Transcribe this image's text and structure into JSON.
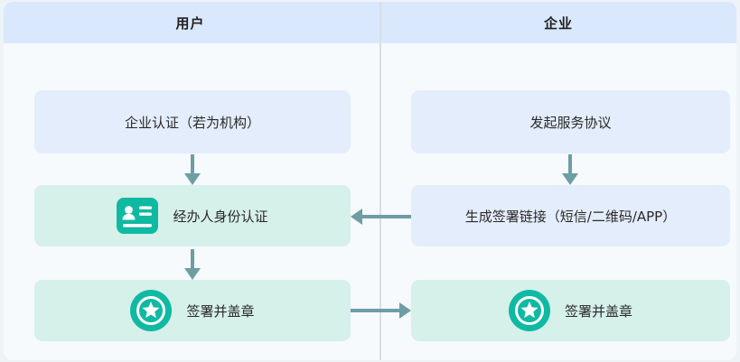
{
  "diagram": {
    "type": "flowchart",
    "columns": [
      {
        "label": "用户"
      },
      {
        "label": "企业"
      }
    ],
    "nodes": {
      "left": [
        {
          "label": "企业认证（若为机构）",
          "variant": "blue",
          "icon": null
        },
        {
          "label": "经办人身份认证",
          "variant": "green",
          "icon": "id-card-icon"
        },
        {
          "label": "签署并盖章",
          "variant": "green",
          "icon": "seal-icon"
        }
      ],
      "right": [
        {
          "label": "发起服务协议",
          "variant": "blue",
          "icon": null
        },
        {
          "label": "生成签署链接（短信/二维码/APP）",
          "variant": "blue",
          "icon": null
        },
        {
          "label": "签署并盖章",
          "variant": "green",
          "icon": "seal-icon"
        }
      ]
    },
    "edges": [
      {
        "from": "企业认证（若为机构）",
        "to": "经办人身份认证",
        "direction": "down"
      },
      {
        "from": "经办人身份认证",
        "to": "签署并盖章 (用户)",
        "direction": "down"
      },
      {
        "from": "发起服务协议",
        "to": "生成签署链接（短信/二维码/APP）",
        "direction": "down"
      },
      {
        "from": "生成签署链接（短信/二维码/APP）",
        "to": "经办人身份认证",
        "direction": "left"
      },
      {
        "from": "签署并盖章 (用户)",
        "to": "签署并盖章 (企业)",
        "direction": "right"
      }
    ],
    "colors": {
      "header_bg": "#d9e8fc",
      "blue_node": "#e4edfb",
      "green_node": "#d6f0ea",
      "arrow": "#6d9ea4",
      "icon_teal": "#10b9a2",
      "divider": "#d9dee3",
      "canvas_bg": "#f6fafd",
      "text": "#2a2a2a"
    }
  }
}
